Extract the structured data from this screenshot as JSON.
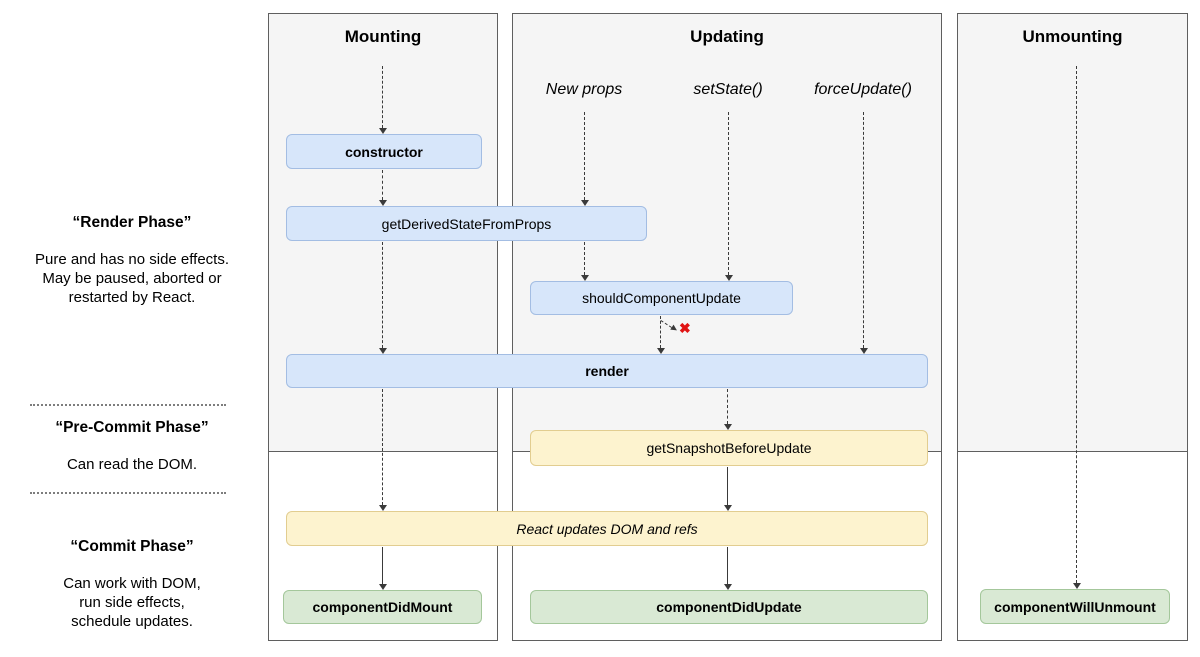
{
  "diagram": {
    "columns": [
      {
        "id": "mounting",
        "title": "Mounting"
      },
      {
        "id": "updating",
        "title": "Updating"
      },
      {
        "id": "unmounting",
        "title": "Unmounting"
      }
    ],
    "triggers": [
      {
        "label": "New props"
      },
      {
        "label": "setState()"
      },
      {
        "label": "forceUpdate()"
      }
    ],
    "nodes": {
      "constructor": "constructor",
      "getDerivedStateFromProps": "getDerivedStateFromProps",
      "shouldComponentUpdate": "shouldComponentUpdate",
      "render": "render",
      "getSnapshotBeforeUpdate": "getSnapshotBeforeUpdate",
      "reactUpdates": "React updates DOM and refs",
      "componentDidMount": "componentDidMount",
      "componentDidUpdate": "componentDidUpdate",
      "componentWillUnmount": "componentWillUnmount"
    },
    "cancel_mark": "✖",
    "phases": [
      {
        "title": "“Render Phase”",
        "body": "Pure and has no side effects.\nMay be paused, aborted or\nrestarted by React."
      },
      {
        "title": "“Pre-Commit Phase”",
        "body": "Can read the DOM."
      },
      {
        "title": "“Commit Phase”",
        "body": "Can work with DOM,\nrun side effects,\nschedule updates."
      }
    ],
    "colors": {
      "blue_fill": "#d7e6fa",
      "blue_border": "#a3bde3",
      "yellow_fill": "#fdf3cf",
      "yellow_border": "#e2cd90",
      "green_fill": "#d9e9d4",
      "green_border": "#a4c79b",
      "column_bg": "#f5f5f5",
      "column_border": "#5f5f5f",
      "arrow_color": "#3a3a3a",
      "cancel_red": "#e01414"
    }
  }
}
